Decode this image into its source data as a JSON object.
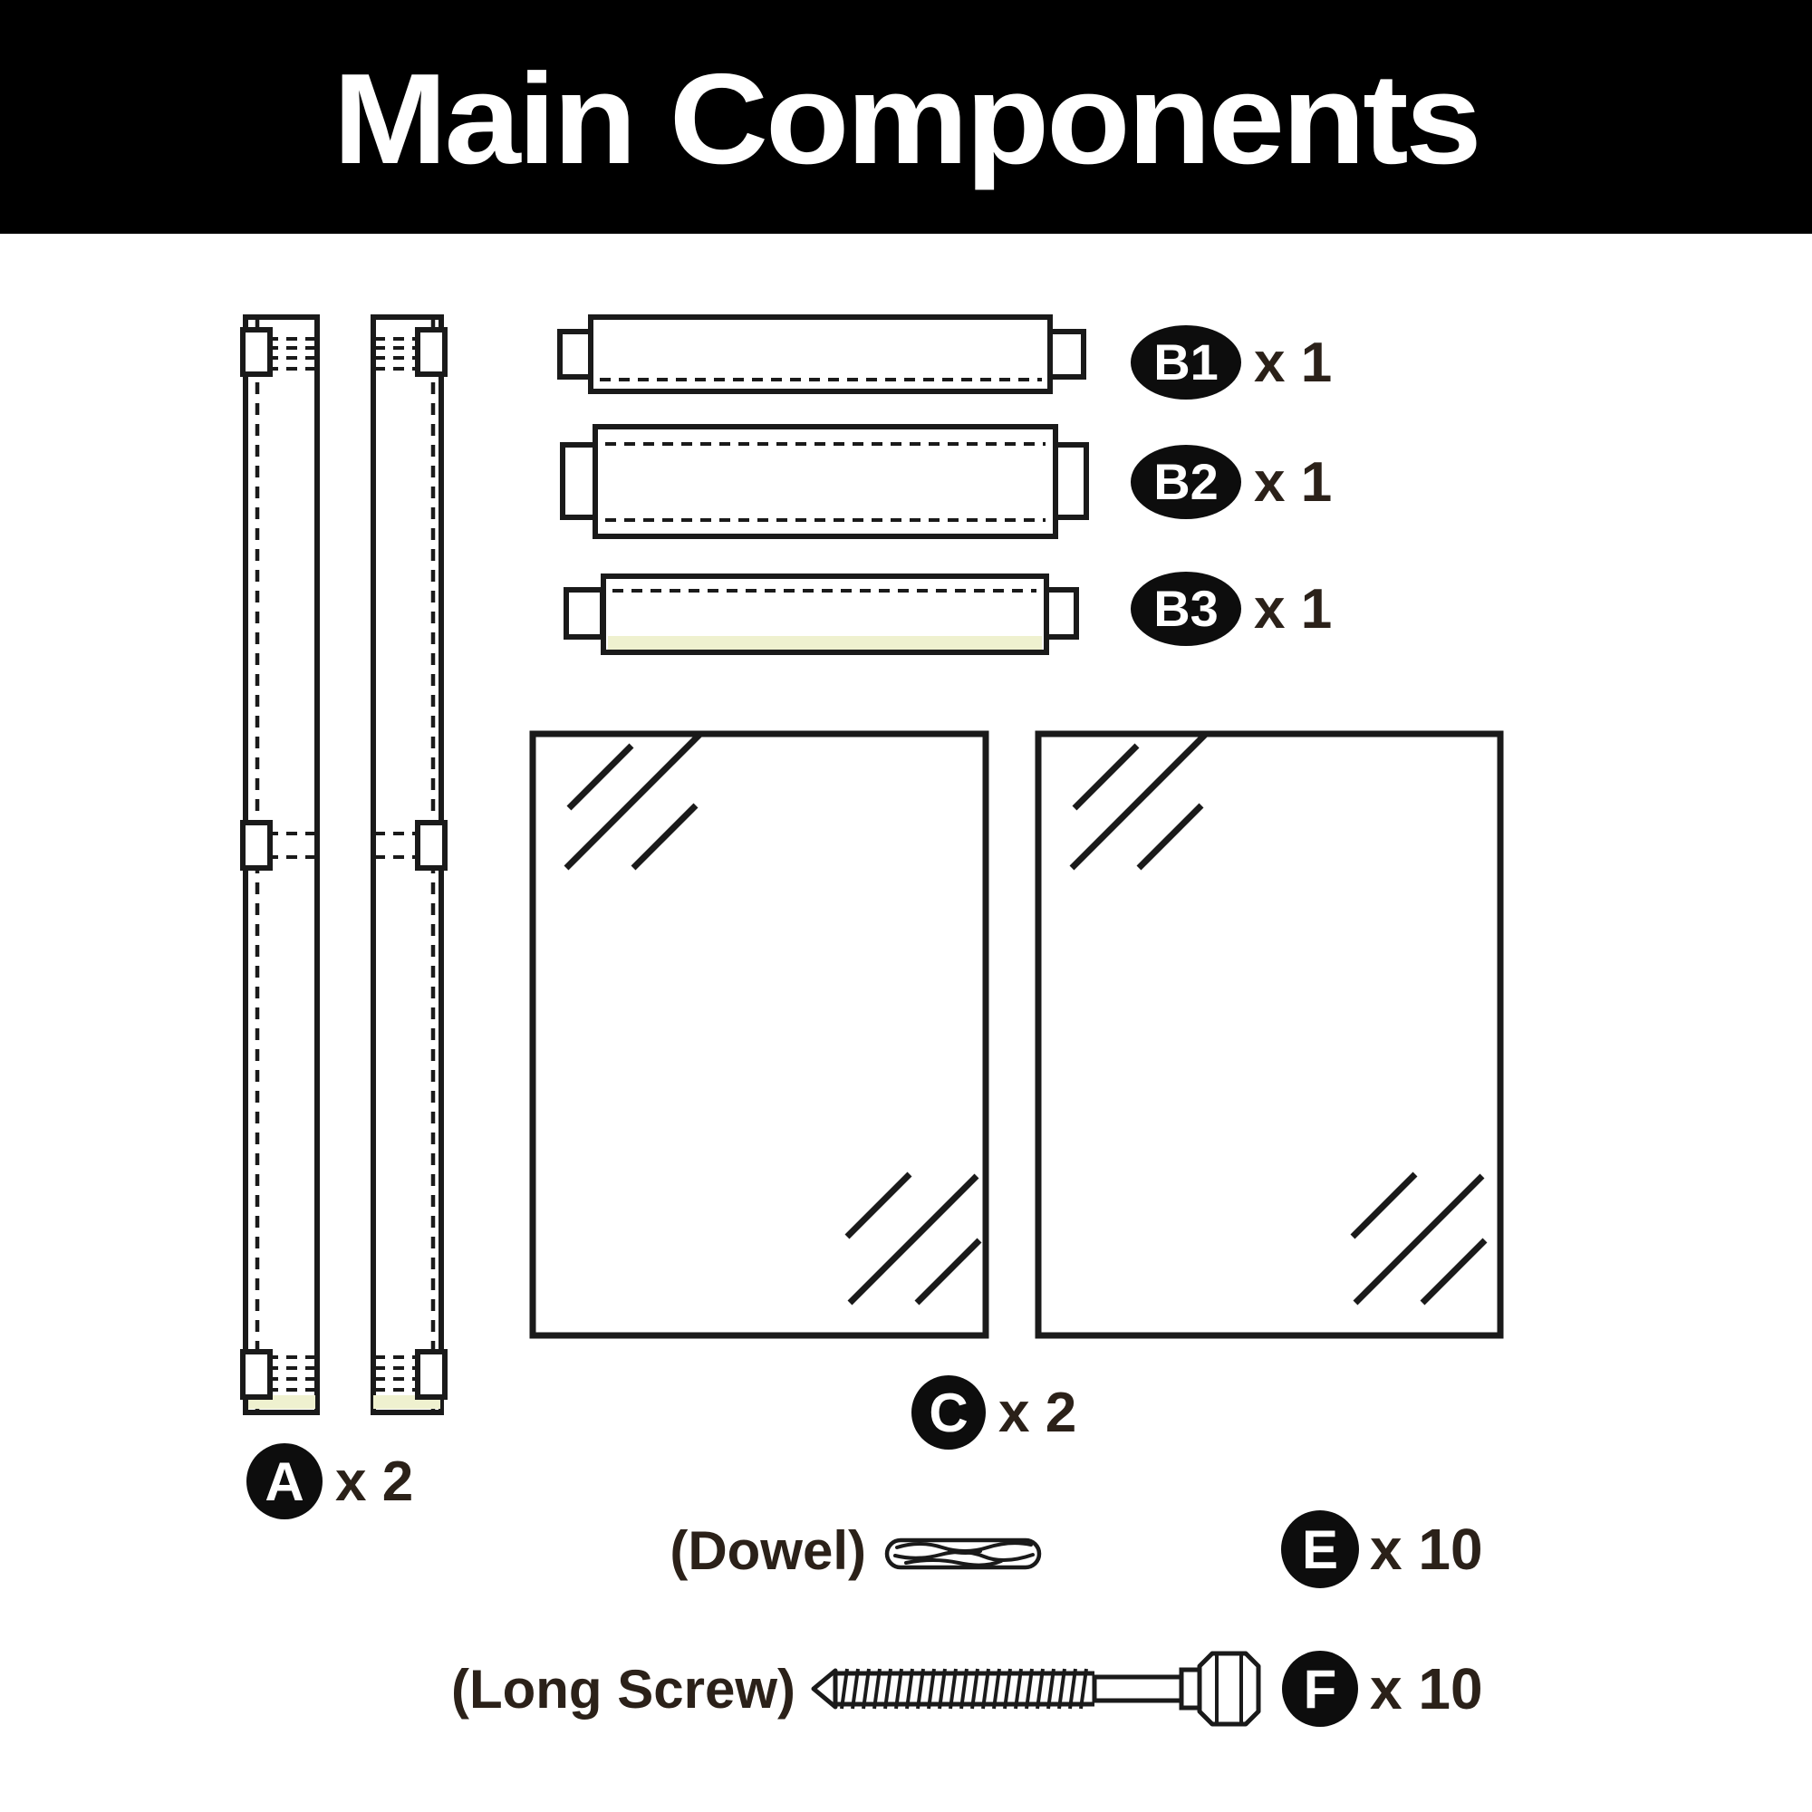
{
  "title": "Main Components",
  "colors": {
    "banner": "#000000",
    "ink": "#1a1a1a",
    "label_text": "#2b2119",
    "highlight": "#eff1cf",
    "badge": "#0d0d0d",
    "badge_letter": "#ffffff"
  },
  "legend": {
    "a": {
      "badge": "A",
      "qty": "x 2"
    },
    "b1": {
      "badge": "B1",
      "qty": "x 1"
    },
    "b2": {
      "badge": "B2",
      "qty": "x 1"
    },
    "b3": {
      "badge": "B3",
      "qty": "x 1"
    },
    "c": {
      "badge": "C",
      "qty": "x 2"
    },
    "e": {
      "badge": "E",
      "label": "(Dowel)",
      "qty": "x 10"
    },
    "f": {
      "badge": "F",
      "label": "(Long Screw)",
      "qty": "x 10"
    }
  }
}
